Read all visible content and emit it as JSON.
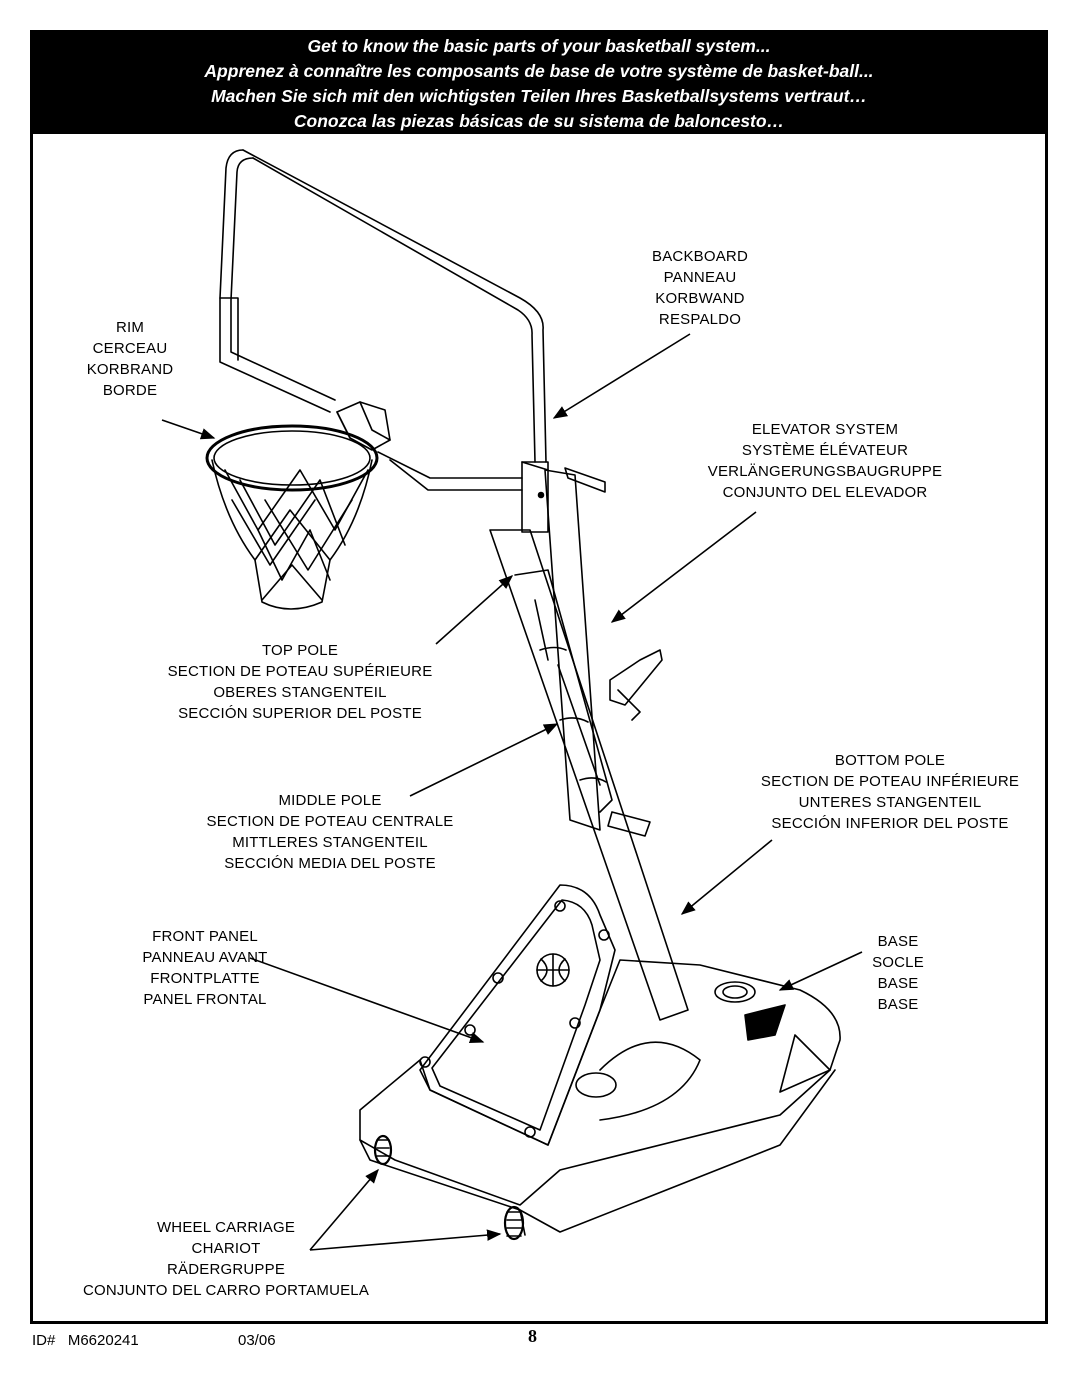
{
  "header": {
    "line_en": "Get to know the basic parts of your basketball system...",
    "line_fr": "Apprenez à connaître les composants de base de votre système de basket-ball...",
    "line_de": "Machen Sie sich mit den wichtigsten Teilen Ihres Basketballsystems vertraut…",
    "line_es": "Conozca las piezas básicas de su sistema de baloncesto…"
  },
  "parts": {
    "backboard": [
      "BACKBOARD",
      "PANNEAU",
      "KORBWAND",
      "RESPALDO"
    ],
    "rim": [
      "RIM",
      "CERCEAU",
      "KORBRAND",
      "BORDE"
    ],
    "elevator": [
      "ELEVATOR SYSTEM",
      "SYSTÈME ÉLÉVATEUR",
      "VERLÄNGERUNGSBAUGRUPPE",
      "CONJUNTO DEL ELEVADOR"
    ],
    "top_pole": [
      "TOP POLE",
      "SECTION DE POTEAU SUPÉRIEURE",
      "OBERES STANGENTEIL",
      "SECCIÓN SUPERIOR DEL POSTE"
    ],
    "bottom_pole": [
      "BOTTOM POLE",
      "SECTION DE POTEAU INFÉRIEURE",
      "UNTERES STANGENTEIL",
      "SECCIÓN INFERIOR DEL POSTE"
    ],
    "middle_pole": [
      "MIDDLE POLE",
      "SECTION DE POTEAU CENTRALE",
      "MITTLERES STANGENTEIL",
      "SECCIÓN MEDIA DEL POSTE"
    ],
    "front_panel": [
      "FRONT PANEL",
      "PANNEAU AVANT",
      "FRONTPLATTE",
      "PANEL FRONTAL"
    ],
    "base": [
      "BASE",
      "SOCLE",
      "BASE",
      "BASE"
    ],
    "wheel": [
      "WHEEL CARRIAGE",
      "CHARIOT",
      "RÄDERGRUPPE",
      "CONJUNTO DEL CARRO PORTAMUELA"
    ]
  },
  "footer": {
    "id": "ID#   M6620241",
    "date": "03/06",
    "page": "8"
  },
  "icons": [
    "basketball-system-illustration",
    "arrow"
  ]
}
